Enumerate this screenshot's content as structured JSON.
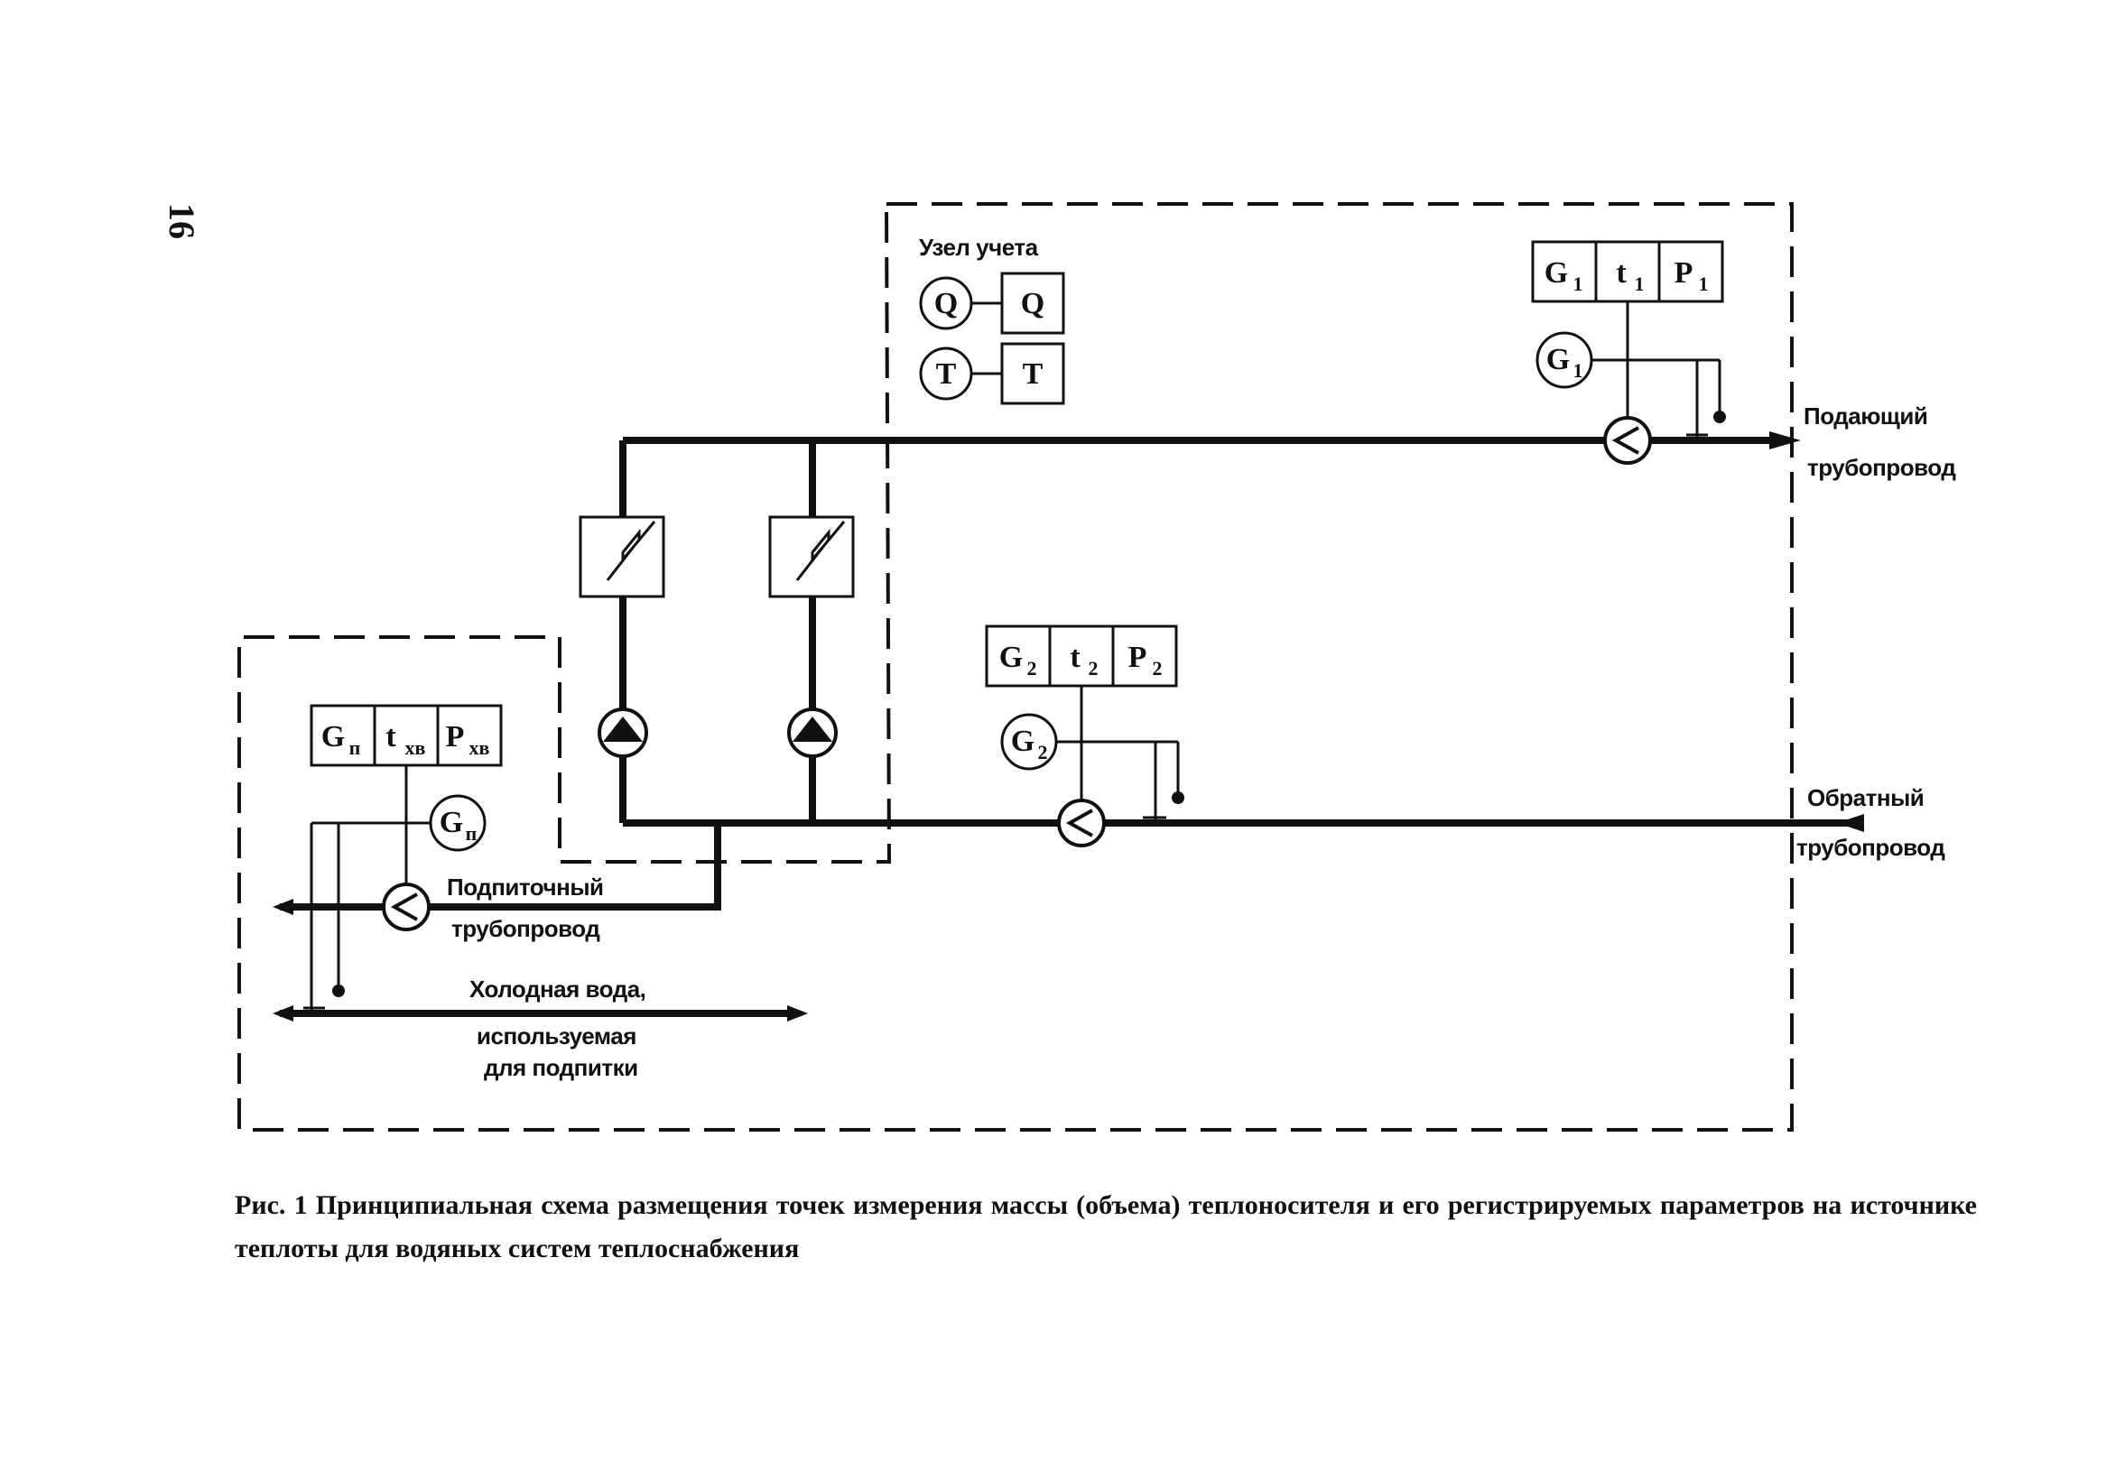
{
  "page_number": "16",
  "metering_unit": {
    "title": "Узел учета",
    "q_circle": "Q",
    "q_box": "Q",
    "t_circle": "T",
    "t_box": "T"
  },
  "supply": {
    "box_g": "G",
    "box_g_sub": "1",
    "box_t": "t",
    "box_t_sub": "1",
    "box_p": "P",
    "box_p_sub": "1",
    "meter": "G",
    "meter_sub": "1",
    "label_line1": "Подающий",
    "label_line2": "трубопровод"
  },
  "return": {
    "box_g": "G",
    "box_g_sub": "2",
    "box_t": "t",
    "box_t_sub": "2",
    "box_p": "P",
    "box_p_sub": "2",
    "meter": "G",
    "meter_sub": "2",
    "label_line1": "Обратный",
    "label_line2": "трубопровод"
  },
  "makeup": {
    "box_g": "G",
    "box_g_sub": "п",
    "box_t": "t",
    "box_t_sub": "хв",
    "box_p": "P",
    "box_p_sub": "хв",
    "meter": "G",
    "meter_sub": "п",
    "label_line1": "Подпиточный",
    "label_line2": "трубопровод"
  },
  "cold_water": {
    "line1": "Холодная вода,",
    "line2": "используемая",
    "line3": "для подпитки"
  },
  "caption": "Рис. 1  Принципиальная схема размещения точек измерения массы (объема) теплоносителя и его регистрируемых параметров на источнике теплоты для водяных систем теплоснабжения"
}
